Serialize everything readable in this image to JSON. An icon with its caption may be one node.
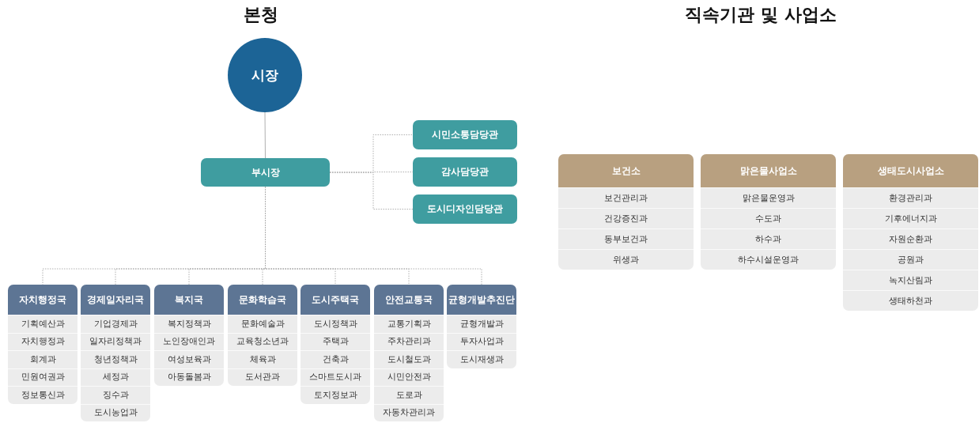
{
  "diagram": {
    "nodes": [
      {
        "text": [
          "시장"
        ]
      },
      {
        "text": [
          "부시장"
        ]
      },
      {
        "text": [
          "시민소통담당관"
        ]
      },
      {
        "text": [
          "감사담당관"
        ]
      },
      {
        "text": [
          "도시디자인담당관"
        ]
      },
      {
        "text": [
          "자치행정국",
          "기획예산과",
          "자치행정과",
          "회계과",
          "민원여권과",
          "정보통신과"
        ]
      },
      {
        "text": [
          "경제일자리국",
          "기업경제과",
          "일자리정책과",
          "청년정책과",
          "세정과",
          "징수과",
          "도시농업과"
        ]
      },
      {
        "text": [
          "복지국",
          "복지정책과",
          "노인장애인과",
          "여성보육과",
          "아동돌봄과"
        ]
      },
      {
        "text": [
          "문화학습국",
          "문화예술과",
          "교육청소년과",
          "체육과",
          "도서관과"
        ]
      },
      {
        "text": [
          "도시주택국",
          "도시정책과",
          "주택과",
          "건축과",
          "스마트도시과",
          "토지정보과"
        ]
      },
      {
        "text": [
          "안전교통국",
          "교통기획과",
          "주차관리과",
          "도시철도과",
          "시민안전과",
          "도로과",
          "자동차관리과"
        ]
      },
      {
        "text": [
          "균형개발추진단",
          "균형개발과",
          "투자사업과",
          "도시재생과"
        ]
      },
      {
        "text": [
          "보건소",
          "보건관리과",
          "건강증진과",
          "동부보건과",
          "위생과"
        ]
      },
      {
        "text": [
          "맑은물사업소",
          "맑은물운영과",
          "수도과",
          "하수과",
          "하수시설운영과"
        ]
      },
      {
        "text": [
          "생태도시사업소",
          "환경관리과",
          "기후에너지과",
          "자원순환과",
          "공원과",
          "녹지산림과",
          "생태하천과"
        ]
      }
    ],
    "edges": [
      {
        "from": 0,
        "to": 1,
        "arrow": "none"
      },
      {
        "from": 1,
        "to": 2,
        "arrow": "none",
        "style": "dashed"
      },
      {
        "from": 1,
        "to": 3,
        "arrow": "none",
        "style": "dashed"
      },
      {
        "from": 1,
        "to": 4,
        "arrow": "none",
        "style": "dashed"
      },
      {
        "from": 1,
        "to": 5,
        "arrow": "none",
        "style": "dashed"
      },
      {
        "from": 1,
        "to": 6,
        "arrow": "none",
        "style": "dashed"
      },
      {
        "from": 1,
        "to": 7,
        "arrow": "none",
        "style": "dashed"
      },
      {
        "from": 1,
        "to": 8,
        "arrow": "none",
        "style": "dashed"
      },
      {
        "from": 1,
        "to": 9,
        "arrow": "none",
        "style": "dashed"
      },
      {
        "from": 1,
        "to": 10,
        "arrow": "none",
        "style": "dashed"
      },
      {
        "from": 1,
        "to": 11,
        "arrow": "none",
        "style": "dashed"
      }
    ],
    "labels": [
      "본청",
      "직속기관 및 사업소"
    ]
  }
}
